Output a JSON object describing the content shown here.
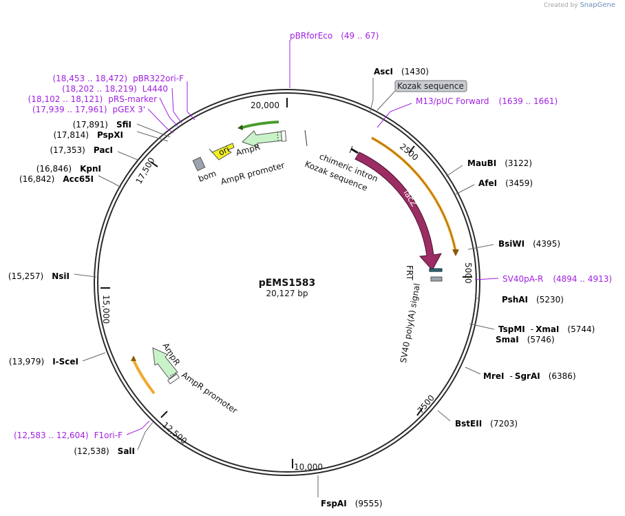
{
  "credit": {
    "prefix": "Created by",
    "brand": "SnapGene"
  },
  "plasmid": {
    "name": "pEMS1583",
    "size_label": "20,127 bp",
    "length": 20127
  },
  "ticks": [
    {
      "label": "20,000",
      "pos": 20000
    },
    {
      "label": "2500",
      "pos": 2500
    },
    {
      "label": "5000",
      "pos": 5000
    },
    {
      "label": "7500",
      "pos": 7500
    },
    {
      "label": "10,000",
      "pos": 10000
    },
    {
      "label": "12,500",
      "pos": 12500
    },
    {
      "label": "15,000",
      "pos": 15000
    },
    {
      "label": "17,500",
      "pos": 17500
    }
  ],
  "enzymes": [
    {
      "name": "AscI",
      "pos": "(1430)"
    },
    {
      "name": "MauBI",
      "pos": "(3122)"
    },
    {
      "name": "AfeI",
      "pos": "(3459)"
    },
    {
      "name": "BsiWI",
      "pos": "(4395)"
    },
    {
      "name": "PshAI",
      "pos": "(5230)"
    },
    {
      "name": "TspMI",
      "sep": "-",
      "name2": "XmaI",
      "pos": "(5744)"
    },
    {
      "name": "SmaI",
      "pos": "(5746)"
    },
    {
      "name": "MreI",
      "sep": "-",
      "name2": "SgrAI",
      "pos": "(6386)"
    },
    {
      "name": "BstEII",
      "pos": "(7203)"
    },
    {
      "name": "FspAI",
      "pos": "(9555)"
    },
    {
      "name": "SalI",
      "pos": "(12,538)"
    },
    {
      "name": "I-SceI",
      "pos": "(13,979)"
    },
    {
      "name": "NsiI",
      "pos": "(15,257)"
    },
    {
      "name": "Acc65I",
      "pos": "(16,842)"
    },
    {
      "name": "KpnI",
      "pos": "(16,846)"
    },
    {
      "name": "PacI",
      "pos": "(17,353)"
    },
    {
      "name": "PspXI",
      "pos": "(17,814)"
    },
    {
      "name": "SfiI",
      "pos": "(17,891)"
    }
  ],
  "primers": [
    {
      "name": "pBRforEco",
      "range": "(49 .. 67)"
    },
    {
      "name": "M13/pUC Forward",
      "range": "(1639 .. 1661)"
    },
    {
      "name": "SV40pA-R",
      "range": "(4894 .. 4913)"
    },
    {
      "name": "F1ori-F",
      "range": "(12,583 .. 12,604)"
    },
    {
      "name": "pGEX 3'",
      "range": "(17,939 .. 17,961)"
    },
    {
      "name": "pRS-marker",
      "range": "(18,102 .. 18,121)"
    },
    {
      "name": "L4440",
      "range": "(18,202 .. 18,219)"
    },
    {
      "name": "pBR322ori-F",
      "range": "(18,453 .. 18,472)"
    }
  ],
  "features": {
    "kozak_box": "Kozak sequence",
    "chimeric_intron": "chimeric intron",
    "kozak_inner": "Kozak sequence",
    "lacz": "lacZ",
    "frt": "FRT",
    "sv40": "SV40 poly(A) signal",
    "ori": "ori",
    "ampr_top": "AmpR",
    "ampr_promoter_top": "AmpR promoter",
    "bom": "bom",
    "ampr_bottom": "AmpR",
    "ampr_promoter_bottom": "AmpR promoter"
  },
  "colors": {
    "backbone": "#2a2a2a",
    "enzyme_line": "#666666",
    "primer": "#a020e0",
    "primer_arrow": "#f0a830",
    "lacz": "#9b2d63",
    "ampr": "#c9f2c9",
    "ori": "#f0f020",
    "bom": "#9aa4ae",
    "frt": "#2e6b74"
  }
}
